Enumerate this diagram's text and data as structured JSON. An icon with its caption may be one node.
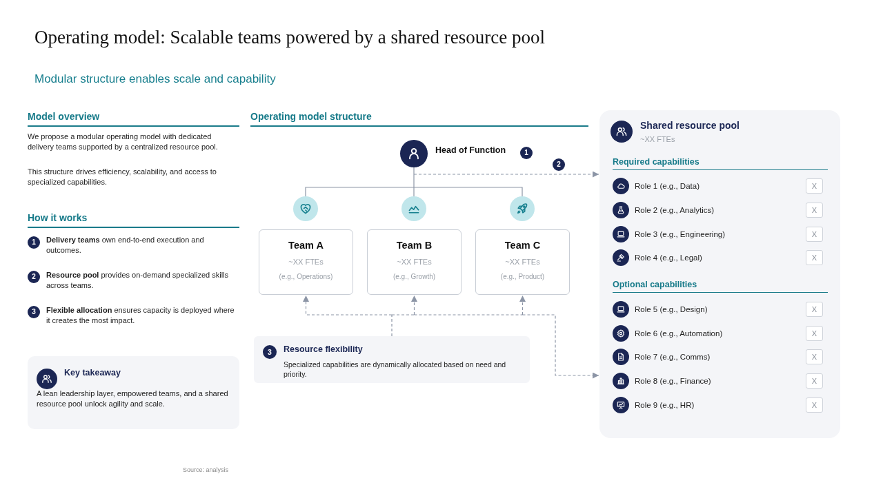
{
  "diagram": {
    "title": "Operating model: Scalable teams powered by a shared resource pool",
    "nodes": [
      {
        "text": [
          "Key takeaway",
          "A lean leadership layer, empowered teams, and a shared resource pool unlock agility and scale."
        ]
      },
      {
        "text": [
          "Head of Function"
        ]
      },
      {
        "text": [],
        "shape": "circle"
      },
      {
        "text": [],
        "shape": "circle"
      },
      {
        "text": [],
        "shape": "circle"
      },
      {
        "text": [
          "Team A",
          "~XX FTEs",
          "(e.g., Operations)"
        ]
      },
      {
        "text": [
          "Team B",
          "~XX FTEs",
          "(e.g., Growth)"
        ]
      },
      {
        "text": [
          "Team C",
          "~XX FTEs",
          "(e.g., Product)"
        ]
      },
      {
        "text": [
          "3",
          "Resource flexibility",
          "Specialized capabilities are dynamically allocated based on need and priority."
        ]
      },
      {
        "text": [
          "Shared resource pool",
          "~XX FTEs",
          "Required capabilities",
          "Role 1 (e.g., Data)",
          "Role 2 (e.g., Analytics)",
          "Role 3 (e.g., Engineering)",
          "Role 4 (e.g., Legal)",
          "Optional capabilities",
          "Role 5 (e.g., Design)",
          "Role 6 (e.g., Automation)",
          "Role 7 (e.g., Comms)",
          "Role 8 (e.g., Finance)",
          "Role 9 (e.g., HR)"
        ]
      },
      {
        "text": [
          "X"
        ],
        "in": 9
      },
      {
        "text": [
          "X"
        ],
        "in": 9
      },
      {
        "text": [
          "X"
        ],
        "in": 9
      },
      {
        "text": [
          "X"
        ],
        "in": 9
      },
      {
        "text": [
          "X"
        ],
        "in": 9
      },
      {
        "text": [
          "X"
        ],
        "in": 9
      },
      {
        "text": [
          "X"
        ],
        "in": 9
      },
      {
        "text": [
          "X"
        ],
        "in": 9
      },
      {
        "text": [
          "X"
        ],
        "in": 9
      }
    ],
    "edges": [
      {
        "from": 1,
        "to": 2,
        "arrow": "none"
      },
      {
        "from": 1,
        "to": 3,
        "arrow": "none"
      },
      {
        "from": 1,
        "to": 4,
        "arrow": "none"
      },
      {
        "from": 1,
        "to": 9,
        "arrow": "to",
        "style": "dashed"
      },
      {
        "from": 8,
        "to": 5,
        "arrow": "to",
        "style": "dashed"
      },
      {
        "from": 8,
        "to": 6,
        "arrow": "to",
        "style": "dashed"
      },
      {
        "from": 8,
        "to": 7,
        "arrow": "to",
        "style": "dashed"
      },
      {
        "from": 8,
        "to": 9,
        "arrow": "to",
        "style": "dashed"
      }
    ],
    "labels": [
      "Modular structure enables scale and capability",
      "Model overview",
      "We propose a modular operating model with dedicated delivery teams supported by a centralized resource pool.",
      "This structure drives efficiency, scalability, and access to specialized capabilities.",
      "How it works",
      "1",
      "**Delivery teams** own end-to-end execution and outcomes.",
      "2",
      "**Resource pool** provides on-demand specialized skills across teams.",
      "3",
      "**Flexible allocation** ensures capacity is deployed where it creates the most impact.",
      "Operating model structure",
      "1",
      "2",
      "Source: analysis"
    ]
  }
}
